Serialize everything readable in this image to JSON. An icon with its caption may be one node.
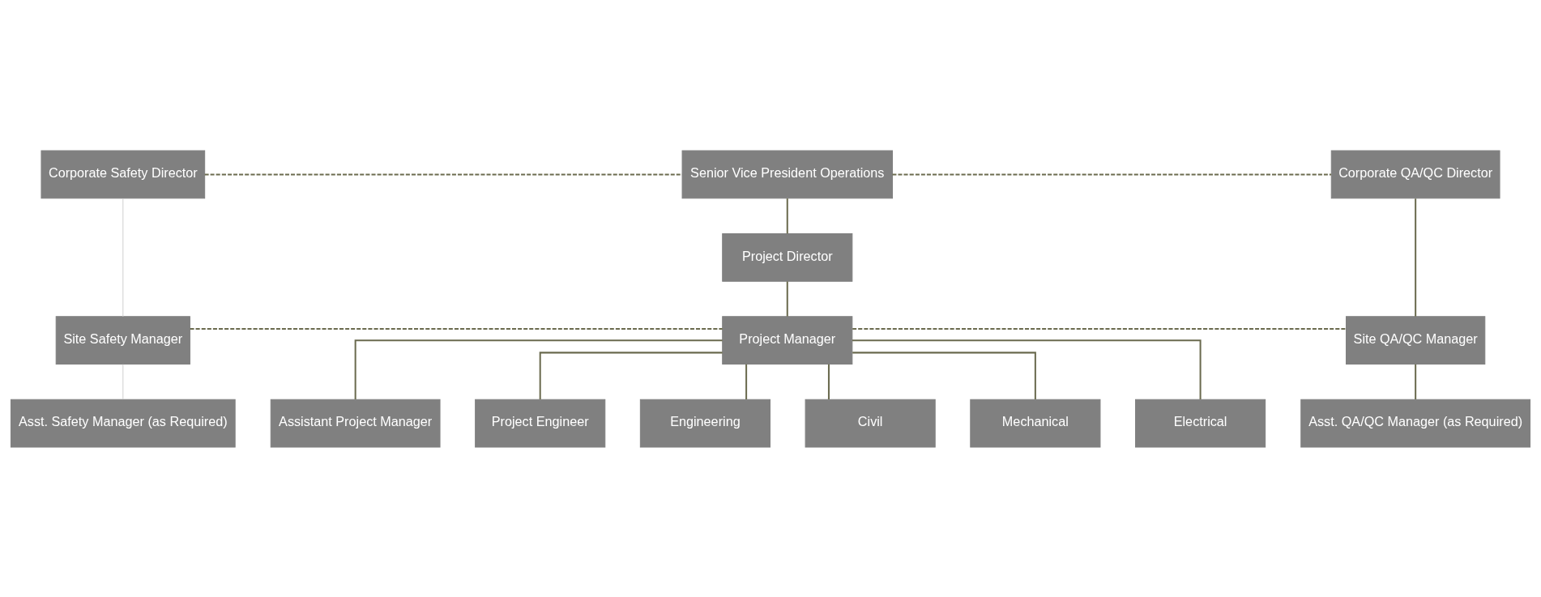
{
  "diagram": {
    "nodes": [
      {
        "text": [
          "Corporate Safety Director"
        ]
      },
      {
        "text": [
          "Senior Vice President Operations"
        ]
      },
      {
        "text": [
          "Corporate QA/QC Director"
        ]
      },
      {
        "text": [
          "Project Director"
        ]
      },
      {
        "text": [
          "Site Safety Manager"
        ]
      },
      {
        "text": [
          "Project Manager"
        ]
      },
      {
        "text": [
          "Site QA/QC Manager"
        ]
      },
      {
        "text": [
          "Asst. Safety Manager (as Required)"
        ]
      },
      {
        "text": [
          "Assistant Project Manager"
        ]
      },
      {
        "text": [
          "Project Engineer"
        ]
      },
      {
        "text": [
          "Asst. QA/QC Manager (as Required)"
        ]
      },
      {
        "text": [
          "Engineering"
        ]
      },
      {
        "text": [
          "Civil"
        ]
      },
      {
        "text": [
          "Mechanical"
        ]
      },
      {
        "text": [
          "Electrical"
        ]
      }
    ],
    "edges": [
      {
        "from": 0,
        "to": 1,
        "arrow": "none",
        "style": "dashed"
      },
      {
        "from": 1,
        "to": 2,
        "arrow": "none",
        "style": "dashed"
      },
      {
        "from": 1,
        "to": 3,
        "arrow": "none"
      },
      {
        "from": 0,
        "to": 4,
        "arrow": "none",
        "color": "#d0d0d0"
      },
      {
        "from": 2,
        "to": 6,
        "arrow": "none"
      },
      {
        "from": 3,
        "to": 5,
        "arrow": "none"
      },
      {
        "from": 4,
        "to": 5,
        "arrow": "none",
        "style": "dashed"
      },
      {
        "from": 5,
        "to": 6,
        "arrow": "none",
        "style": "dashed"
      },
      {
        "from": 4,
        "to": 7,
        "arrow": "none",
        "color": "#d0d0d0"
      },
      {
        "from": 6,
        "to": 10,
        "arrow": "none"
      },
      {
        "from": 5,
        "to": 8,
        "arrow": "none"
      },
      {
        "from": 5,
        "to": 9,
        "arrow": "none"
      },
      {
        "from": 5,
        "to": 11,
        "arrow": "none"
      },
      {
        "from": 5,
        "to": 12,
        "arrow": "none"
      },
      {
        "from": 5,
        "to": 13,
        "arrow": "none"
      },
      {
        "from": 5,
        "to": 14,
        "arrow": "none"
      }
    ]
  }
}
